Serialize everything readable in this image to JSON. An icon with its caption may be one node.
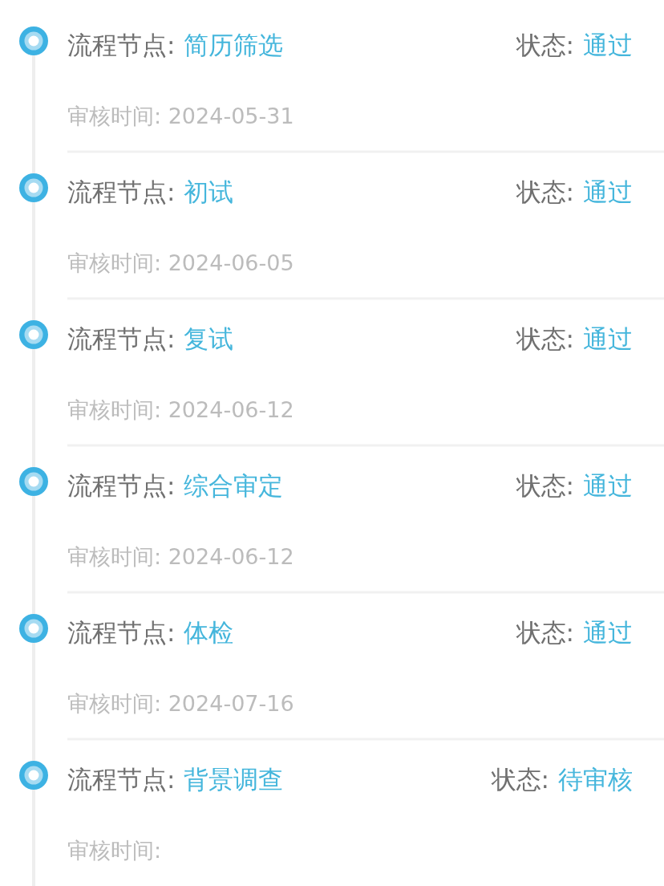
{
  "diagram": {
    "nodes": [
      {
        "text": [],
        "shape": "circle",
        "beside": [
          "流程节点:",
          "简历筛选",
          "状态:",
          "通过",
          "审核时间: 2024-05-31"
        ]
      },
      {
        "text": [],
        "shape": "circle",
        "beside": [
          "流程节点:",
          "初试",
          "状态:",
          "通过",
          "审核时间: 2024-06-05"
        ]
      },
      {
        "text": [],
        "shape": "circle",
        "beside": [
          "流程节点:",
          "复试",
          "状态:",
          "通过",
          "审核时间: 2024-06-12"
        ]
      },
      {
        "text": [],
        "shape": "circle",
        "beside": [
          "流程节点:",
          "综合审定",
          "状态:",
          "通过",
          "审核时间: 2024-06-12"
        ]
      },
      {
        "text": [],
        "shape": "circle",
        "beside": [
          "流程节点:",
          "体检",
          "状态:",
          "通过",
          "审核时间: 2024-07-16"
        ]
      },
      {
        "text": [],
        "shape": "circle",
        "beside": [
          "流程节点:",
          "背景调查",
          "状态:",
          "待审核",
          "审核时间:"
        ]
      }
    ],
    "edges": [
      {
        "from": 0,
        "to": 1,
        "arrow": "none"
      },
      {
        "from": 1,
        "to": 2,
        "arrow": "none"
      },
      {
        "from": 2,
        "to": 3,
        "arrow": "none"
      },
      {
        "from": 3,
        "to": 4,
        "arrow": "none"
      },
      {
        "from": 4,
        "to": 5,
        "arrow": "none"
      },
      {
        "from": 5,
        "to": null,
        "arrow": "none"
      }
    ]
  }
}
